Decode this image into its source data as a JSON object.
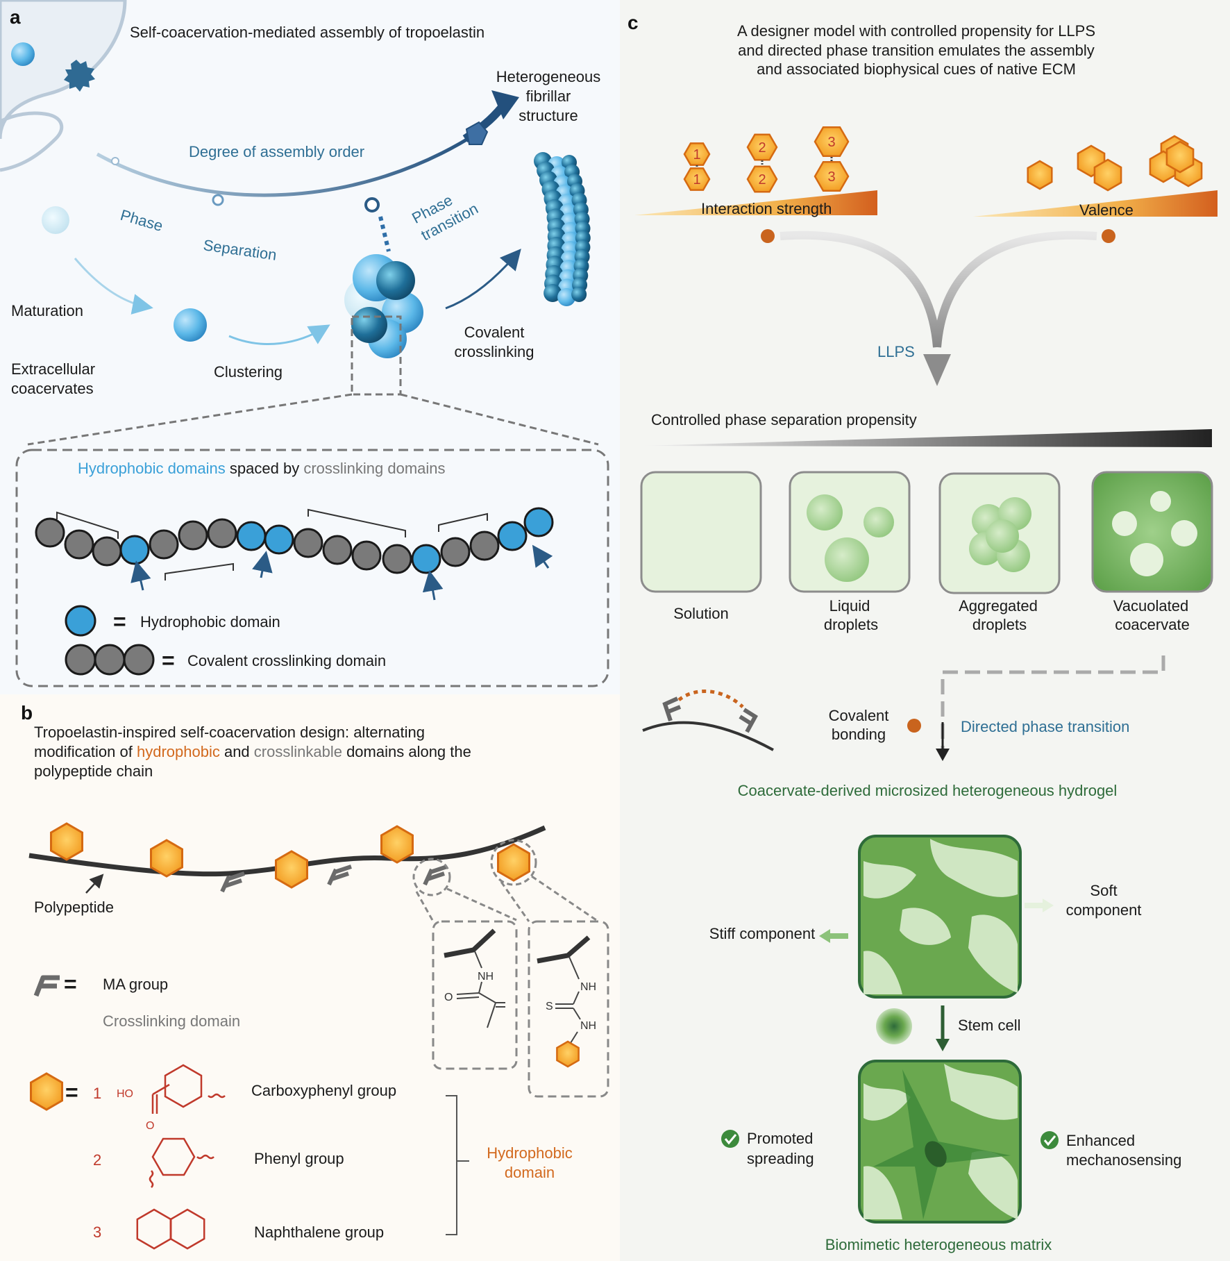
{
  "panel_a": {
    "letter": "a",
    "title": "Self-coacervation-mediated assembly of tropoelastin",
    "labels": {
      "heterogeneous": [
        "Heterogeneous",
        "fibrillar",
        "structure"
      ],
      "degree": "Degree of assembly order",
      "phase": "Phase",
      "separation": "Separation",
      "phase_transition": [
        "Phase",
        "transition"
      ],
      "maturation": "Maturation",
      "extracellular": [
        "Extracellular",
        "coacervates"
      ],
      "clustering": "Clustering",
      "covalent": [
        "Covalent",
        "crosslinking"
      ]
    },
    "inset": {
      "hydrophobic_domains": "Hydrophobic domains",
      "spaced_by": "spaced by",
      "crosslinking_domains": "crosslinking domains",
      "legend_hydrophobic": "Hydrophobic domain",
      "legend_covalent": "Covalent crosslinking domain",
      "equals": "="
    }
  },
  "panel_b": {
    "letter": "b",
    "title_lines": [
      "Tropoelastin-inspired self-coacervation design: alternating",
      "modification of ",
      "hydrophobic",
      " and ",
      "crosslinkable",
      " domains along the",
      "polypeptide chain"
    ],
    "polypeptide": "Polypeptide",
    "ma_group": "MA group",
    "crosslinking_domain": "Crosslinking domain",
    "equals": "=",
    "groups": [
      {
        "num": "1",
        "name": "Carboxyphenyl group"
      },
      {
        "num": "2",
        "name": "Phenyl group"
      },
      {
        "num": "3",
        "name": "Naphthalene group"
      }
    ],
    "hydrophobic_domain": [
      "Hydrophobic",
      "domain"
    ],
    "chem": {
      "nh": "NH",
      "o": "O",
      "s": "S",
      "ho": "HO"
    }
  },
  "panel_c": {
    "letter": "c",
    "title_lines": [
      "A designer model with controlled propensity for LLPS",
      "and directed phase transition emulates the assembly",
      "and associated biophysical cues of native ECM"
    ],
    "interaction_strength": "Interaction strength",
    "valence": "Valence",
    "hex_nums": [
      "1",
      "2",
      "3"
    ],
    "llps": "LLPS",
    "controlled": "Controlled phase separation propensity",
    "states": [
      [
        "Solution"
      ],
      [
        "Liquid",
        "droplets"
      ],
      [
        "Aggregated",
        "droplets"
      ],
      [
        "Vacuolated",
        "coacervate"
      ]
    ],
    "covalent_bonding": [
      "Covalent",
      "bonding"
    ],
    "directed": "Directed phase transition",
    "coacervate_hydrogel": "Coacervate-derived microsized heterogeneous hydrogel",
    "soft": [
      "Soft",
      "component"
    ],
    "stiff": "Stiff component",
    "stem_cell": "Stem cell",
    "promoted": [
      "Promoted",
      "spreading"
    ],
    "enhanced": [
      "Enhanced",
      "mechanosensing"
    ],
    "biomimetic": "Biomimetic heterogeneous matrix"
  },
  "colors": {
    "blue_text": "#2f6f94",
    "blue_dark": "#2b5b86",
    "blue_hydro": "#3aa0d8",
    "orange": "#f3a22a",
    "orange_text": "#d2691e",
    "red_text": "#c0392b",
    "green_text": "#2e6b3a",
    "green": "#6aa84f"
  }
}
